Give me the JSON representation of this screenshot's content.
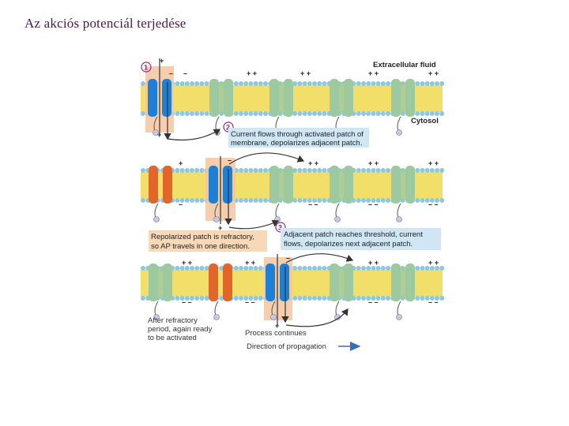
{
  "title": "Az akciós potenciál terjedése",
  "labels": {
    "extracellular": "Extracellular fluid",
    "cytosol": "Cytosol",
    "after_refractory_1": "After refractory",
    "after_refractory_2": "period, again ready",
    "after_refractory_3": "to be activated",
    "process_continues": "Process continues",
    "direction": "Direction of propagation"
  },
  "steps": [
    {
      "num": "1"
    },
    {
      "num": "2",
      "line1": "Current flows through activated patch of",
      "line2": "membrane, depolarizes adjacent patch."
    },
    {
      "num": "3",
      "line1": "Adjacent patch reaches threshold, current",
      "line2": "flows, depolarizes next adjacent patch."
    }
  ],
  "refractory_box": {
    "line1": "Repolarized patch is refractory,",
    "line2": "so AP travels in one direction."
  },
  "colors": {
    "title": "#4a1a4a",
    "membrane": "#f2df6a",
    "lipid_head": "#8fc7df",
    "channel_closed": "#9cc9a0",
    "channel_open": "#1e7fd6",
    "channel_refractory": "#e2662a",
    "active_patch": "#f5c6a0",
    "callout_box": "#cfe6f5",
    "step_circle": "#8a2c8a",
    "arrow": "#333333"
  }
}
